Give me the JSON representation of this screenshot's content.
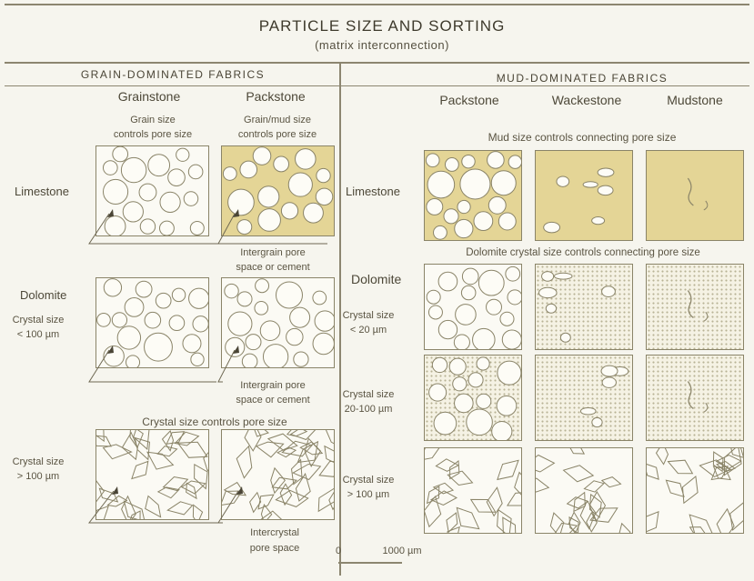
{
  "title": "PARTICLE SIZE AND SORTING",
  "subtitle": "(matrix interconnection)",
  "left": {
    "header": "GRAIN-DOMINATED FABRICS",
    "columns": [
      "Grainstone",
      "Packstone"
    ],
    "grainstone_note": [
      "Grain size",
      "controls pore size"
    ],
    "packstone_note": [
      "Grain/mud size",
      "controls pore size"
    ],
    "rows": {
      "limestone": "Limestone",
      "dolomite": "Dolomite",
      "crystal_lt": [
        "Crystal size",
        "< 100 µm"
      ],
      "crystal_gt": [
        "Crystal size",
        "> 100 µm"
      ]
    },
    "intergrain_1": [
      "Intergrain pore",
      "space or cement"
    ],
    "intergrain_2": [
      "Intergrain pore",
      "space or cement"
    ],
    "crystal_controls": "Crystal size controls pore size",
    "intercrystal": [
      "Intercrystal",
      "pore space"
    ]
  },
  "right": {
    "header": "MUD-DOMINATED FABRICS",
    "columns": [
      "Packstone",
      "Wackestone",
      "Mudstone"
    ],
    "mud_note": "Mud size controls connecting pore size",
    "dolo_note": "Dolomite crystal size controls connecting pore size",
    "rows": {
      "limestone": "Limestone",
      "dolomite": "Dolomite",
      "c1": [
        "Crystal size",
        "< 20 µm"
      ],
      "c2": [
        "Crystal size",
        "20-100 µm"
      ],
      "c3": [
        "Crystal size",
        "> 100 µm"
      ]
    }
  },
  "scale": {
    "zero": "0",
    "label": "1000 µm"
  },
  "colors": {
    "tan": "#e4d596",
    "ink": "#4a4536",
    "background": "#f6f5ee"
  }
}
